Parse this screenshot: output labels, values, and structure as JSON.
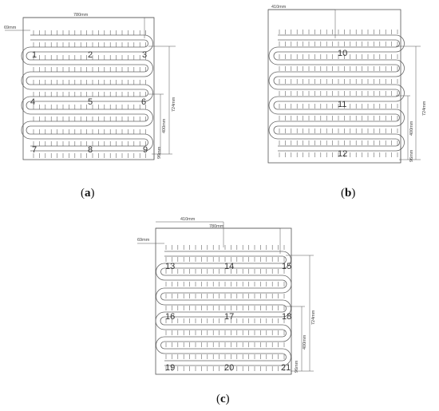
{
  "panels": [
    {
      "id": "a",
      "caption": "a",
      "dims": {
        "top": "780mm",
        "left": "69mm",
        "right_outer": "724mm",
        "right_inner": "400mm",
        "bottom": "96mm"
      },
      "labels": [
        "1",
        "2",
        "3",
        "4",
        "5",
        "6",
        "7",
        "8",
        "9"
      ]
    },
    {
      "id": "b",
      "caption": "b",
      "dims": {
        "top": "410mm",
        "right_outer": "724mm",
        "right_inner": "400mm",
        "bottom": "96mm"
      },
      "labels": [
        "10",
        "11",
        "12"
      ]
    },
    {
      "id": "c",
      "caption": "c",
      "dims": {
        "top1": "410mm",
        "top2": "780mm",
        "left": "69mm",
        "right_outer": "724mm",
        "right_inner": "400mm",
        "bottom": "96mm"
      },
      "labels": [
        "13",
        "14",
        "15",
        "16",
        "17",
        "18",
        "19",
        "20",
        "21"
      ]
    }
  ]
}
